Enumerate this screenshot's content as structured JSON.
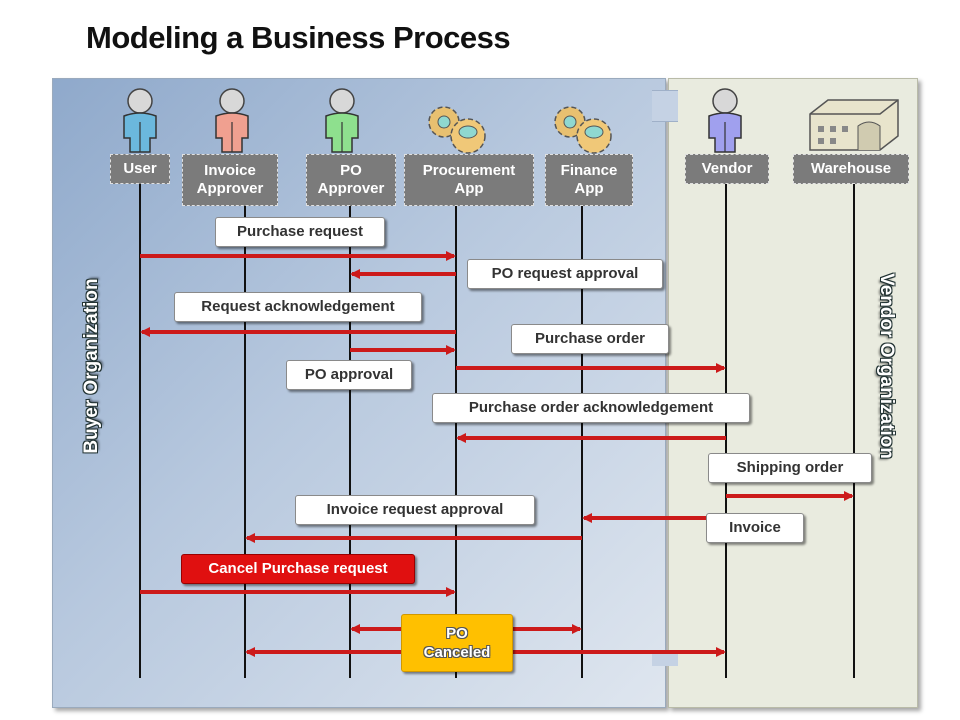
{
  "title": "Modeling a Business Process",
  "regions": {
    "buyer": "Buyer Organization",
    "vendor": "Vendor Organization"
  },
  "actors": [
    {
      "key": "user",
      "label": "User",
      "icon": "person-icon",
      "color": "#6bb8dd"
    },
    {
      "key": "invoice-approver",
      "label": "Invoice\nApprover",
      "icon": "person-icon",
      "color": "#f0a090"
    },
    {
      "key": "po-approver",
      "label": "PO\nApprover",
      "icon": "person-icon",
      "color": "#8ee08e"
    },
    {
      "key": "procurement-app",
      "label": "Procurement\nApp",
      "icon": "gears-icon",
      "color": "#e8c070"
    },
    {
      "key": "finance-app",
      "label": "Finance\nApp",
      "icon": "gears-icon",
      "color": "#e8c070"
    },
    {
      "key": "vendor",
      "label": "Vendor",
      "icon": "person-icon",
      "color": "#a0a0ee"
    },
    {
      "key": "warehouse",
      "label": "Warehouse",
      "icon": "warehouse-icon",
      "color": "#e8e4cc"
    }
  ],
  "messages": [
    {
      "key": "purchase-request",
      "label": "Purchase request"
    },
    {
      "key": "po-request-approval",
      "label": "PO request approval"
    },
    {
      "key": "request-acknowledgement",
      "label": "Request acknowledgement"
    },
    {
      "key": "purchase-order",
      "label": "Purchase order"
    },
    {
      "key": "po-approval",
      "label": "PO approval"
    },
    {
      "key": "purchase-order-acknowledgement",
      "label": "Purchase order acknowledgement"
    },
    {
      "key": "shipping-order",
      "label": "Shipping order"
    },
    {
      "key": "invoice-request-approval",
      "label": "Invoice request approval"
    },
    {
      "key": "invoice",
      "label": "Invoice"
    },
    {
      "key": "cancel-purchase-request",
      "label": "Cancel Purchase request"
    },
    {
      "key": "po-canceled",
      "label": "PO\nCanceled"
    }
  ],
  "colors": {
    "arrow": "#cc1a1a",
    "cancel": "#e01010",
    "canceled": "#ffc000"
  }
}
